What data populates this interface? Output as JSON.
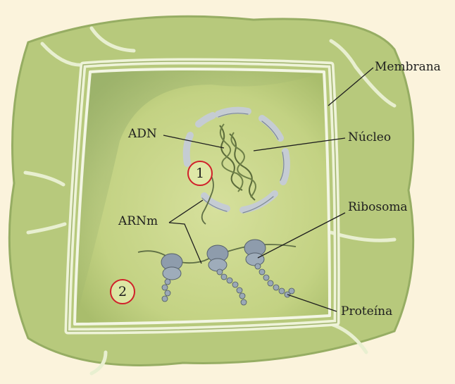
{
  "labels": {
    "membrana": "Membrana",
    "adn": "ADN",
    "nucleo": "Núcleo",
    "arnm": "ARNm",
    "ribosoma": "Ribosoma",
    "proteina": "Proteína"
  },
  "markers": {
    "step1": "1",
    "step2": "2"
  },
  "colors": {
    "background": "#fbf3dc",
    "cell_wall": "#b7c97c",
    "cytoplasm": "#cbd88f",
    "nucleus_envelope": "#c9d0d6",
    "ribosome": "#8a98a8",
    "marker_ring": "#d0202a",
    "leader_line": "#1e1e1e"
  }
}
